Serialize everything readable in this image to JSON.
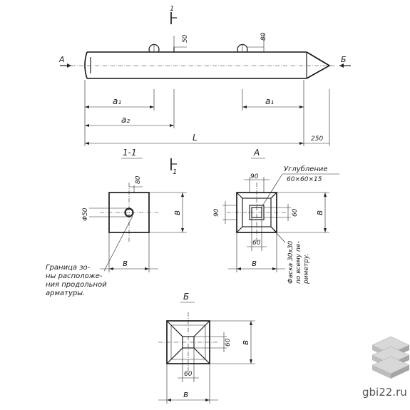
{
  "labels": {
    "view_a": "А",
    "view_b": "Б",
    "section_mark": "1",
    "section_title": "1-1",
    "dim_50": "50",
    "dim_80": "80",
    "dim_a1": "a₁",
    "dim_a2": "a₂",
    "dim_L": "L",
    "dim_250": "250",
    "dim_60": "60",
    "dim_90": "90",
    "dim_b": "в",
    "dim_phi50": "Φ50",
    "recess_title": "Углубление",
    "recess_size": "60×60×15",
    "chamfer_line1": "Фаска 30x30",
    "chamfer_line2": "по всему пе-",
    "chamfer_line3": "риметру.",
    "note_line1": "Граница зо-",
    "note_line2": "ны расположе-",
    "note_line3": "ния продольной",
    "note_line4": "арматуры."
  },
  "watermark": {
    "text": "gbi22.ru",
    "color": "#4a4a4a",
    "logo_color": "#b9b9b9"
  }
}
